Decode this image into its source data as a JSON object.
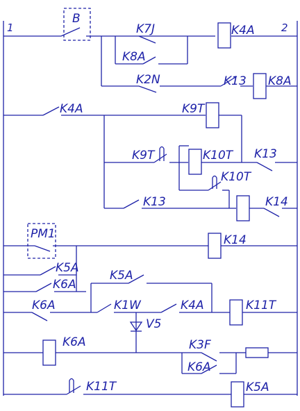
{
  "rails": {
    "left": "1",
    "right": "2"
  },
  "labels": {
    "b_switch": "B",
    "k7j": "K7J",
    "k8a_contact": "K8A",
    "k4a_coil_top": "K4A",
    "k2n": "K2N",
    "k13_contact_row3": "K13",
    "k8a_coil": "K8A",
    "k4a_contact": "K4A",
    "k9t_coil": "K9T",
    "k9t_contact": "K9T",
    "k10t_coil": "K10T",
    "k13_contact_row5": "K13",
    "k10t_contact": "K10T",
    "k13_contact_row6": "K13",
    "k14_contact": "K14",
    "pm1": "PM1",
    "k14_coil": "K14",
    "k5a_contact_left": "K5A",
    "k6a_contact_left": "K6A",
    "k5a_contact_mid": "K5A",
    "k6a_contact_low": "K6A",
    "k1w": "K1W",
    "k4a_contact_low": "K4A",
    "k11t_coil": "K11T",
    "v5": "V5",
    "k6a_coil": "K6A",
    "k3f": "K3F",
    "k6a_contact_right": "K6A",
    "k11t_contact": "K11T",
    "k5a_coil": "K5A"
  },
  "colors": {
    "wire": "#1e22a8",
    "background": "#ffffff"
  }
}
